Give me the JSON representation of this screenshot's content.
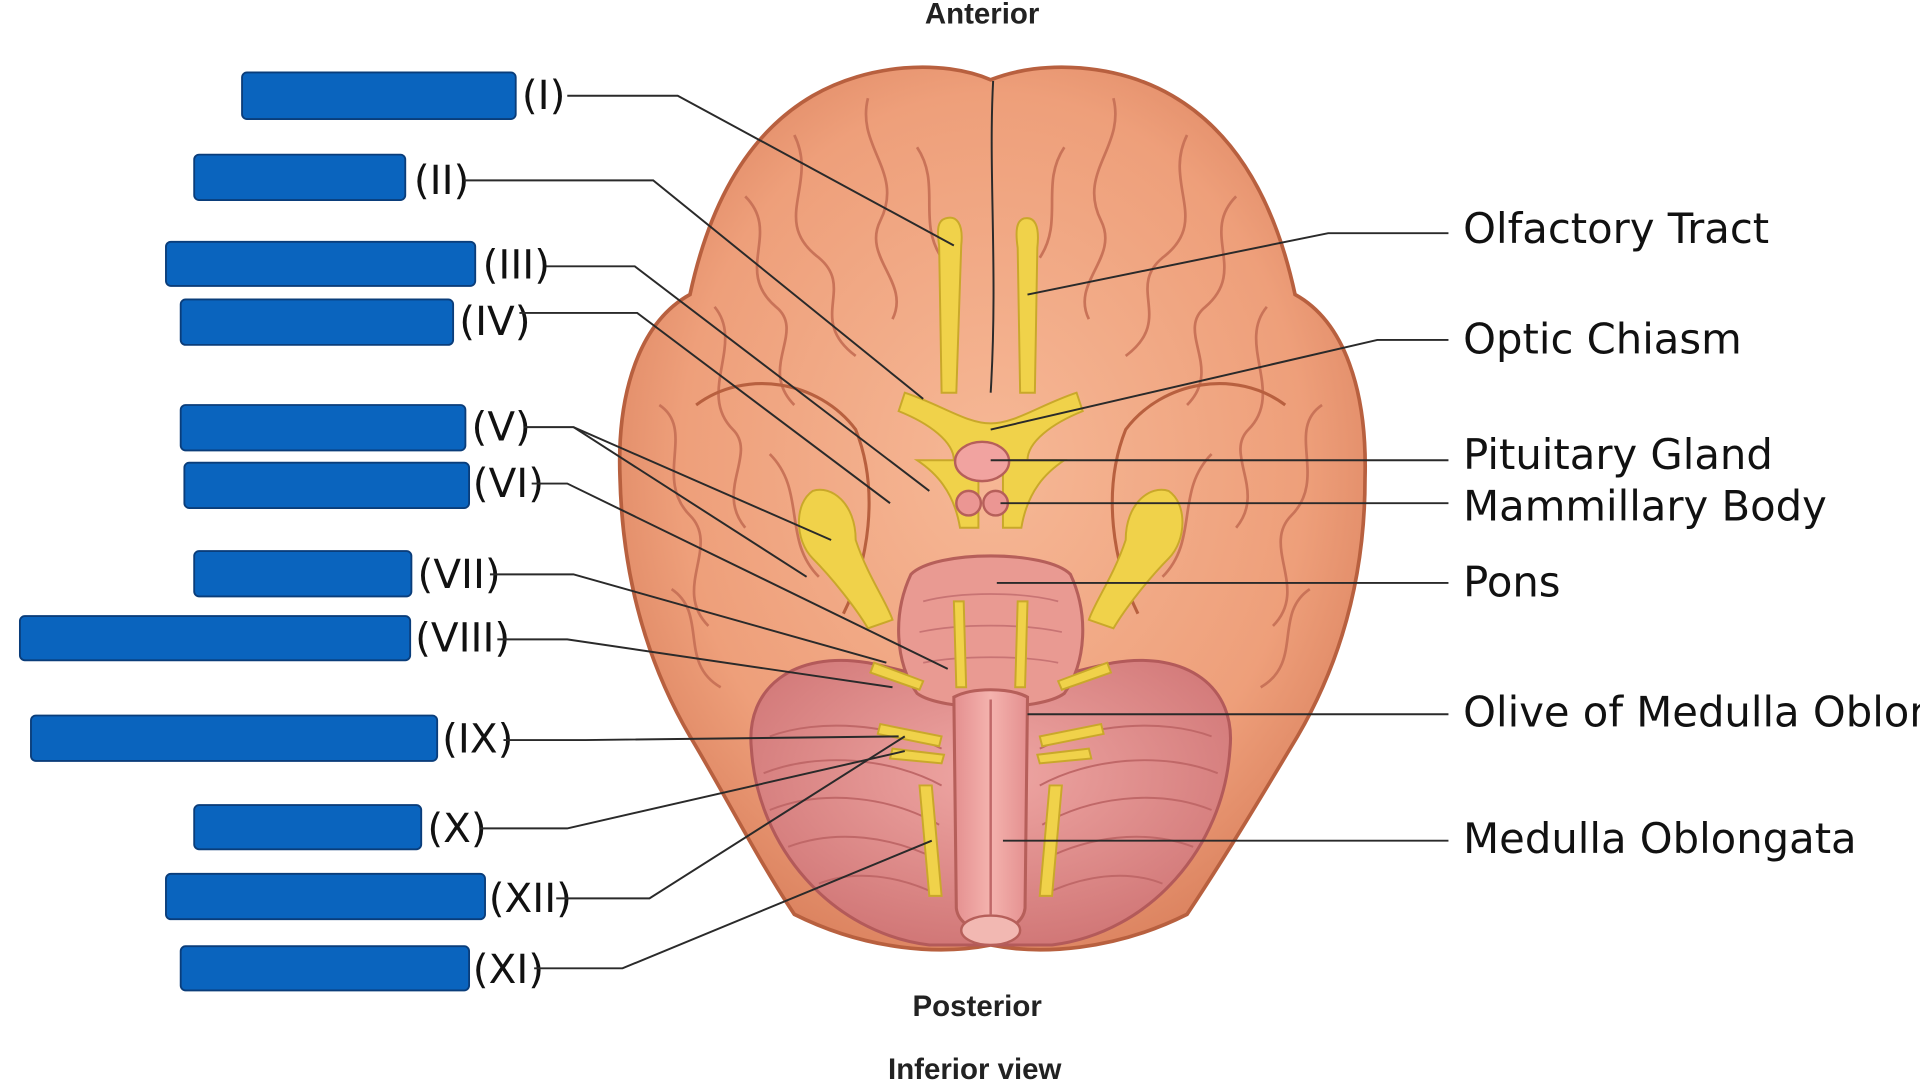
{
  "header": {
    "anterior": "Anterior"
  },
  "footer": {
    "posterior": "Posterior",
    "view": "Inferior view"
  },
  "cranial_nerves": [
    {
      "numeral": "(I)"
    },
    {
      "numeral": "(II)"
    },
    {
      "numeral": "(III)"
    },
    {
      "numeral": "(IV)"
    },
    {
      "numeral": "(V)"
    },
    {
      "numeral": "(VI)"
    },
    {
      "numeral": "(VII)"
    },
    {
      "numeral": "(VIII)"
    },
    {
      "numeral": "(IX)"
    },
    {
      "numeral": "(X)"
    },
    {
      "numeral": "(XII)"
    },
    {
      "numeral": "(XI)"
    }
  ],
  "structures": [
    {
      "label": "Olfactory Tract"
    },
    {
      "label": "Optic Chiasm"
    },
    {
      "label": "Pituitary Gland"
    },
    {
      "label": "Mammillary Body"
    },
    {
      "label": "Pons"
    },
    {
      "label": "Olive of Medulla Oblongata"
    },
    {
      "label": "Medulla Oblongata"
    }
  ],
  "colors": {
    "answer_box": "#0a64be",
    "cerebrum": "#f0a27e",
    "cerebellum": "#e58f8f",
    "nerve": "#f0d24a"
  }
}
